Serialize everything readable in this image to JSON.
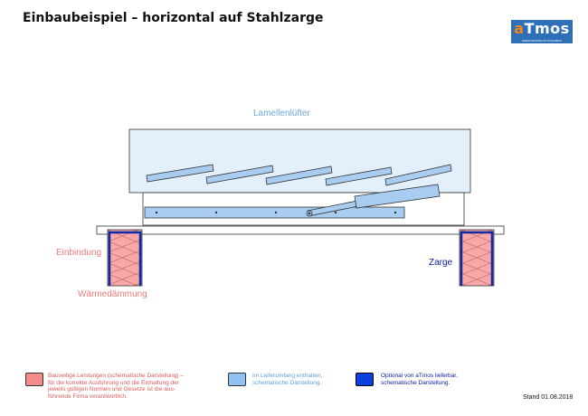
{
  "title": "Einbaubeispiel – horizontal auf Stahlzarge",
  "logo": {
    "word_a": "a",
    "word_rest": "Tmos",
    "tagline": "ENERGIESPARLÜFTUNGSBAU"
  },
  "labels": {
    "lamellenluefter": "Lamellenlüfter",
    "einbindung": "Einbindung",
    "waermedaemmung": "Wärmedämmung",
    "zarge": "Zarge"
  },
  "legend": [
    {
      "lines": [
        "Bauseitige Leistungen (schematische Darstellung) –",
        "für die korrekte Ausführung und die Einhaltung der",
        "jeweils gültigen Normen und Gesetze ist die aus-",
        "führende Firma verantwortlich."
      ],
      "color": "#f48c8c",
      "text_color": "#e05a5a"
    },
    {
      "lines": [
        "Im Lieferumfang enthalten,",
        "schematische Darstellung."
      ],
      "color": "#8fc4f2",
      "text_color": "#5ba0dc"
    },
    {
      "lines": [
        "Optional von aTmos lieferbar,",
        "schematische Darstellung."
      ],
      "color": "#0a3fe0",
      "text_color": "#0a1aa8"
    }
  ],
  "stand": "Stand 01.08.2018",
  "colors": {
    "bauseitig": "#f48c8c",
    "lieferumfang": "#cfe3f7",
    "lamella": "#a9cdf0",
    "optional": "#0a3fe0",
    "label_red": "#f07a7a",
    "label_blue": "#6aa8e0"
  }
}
